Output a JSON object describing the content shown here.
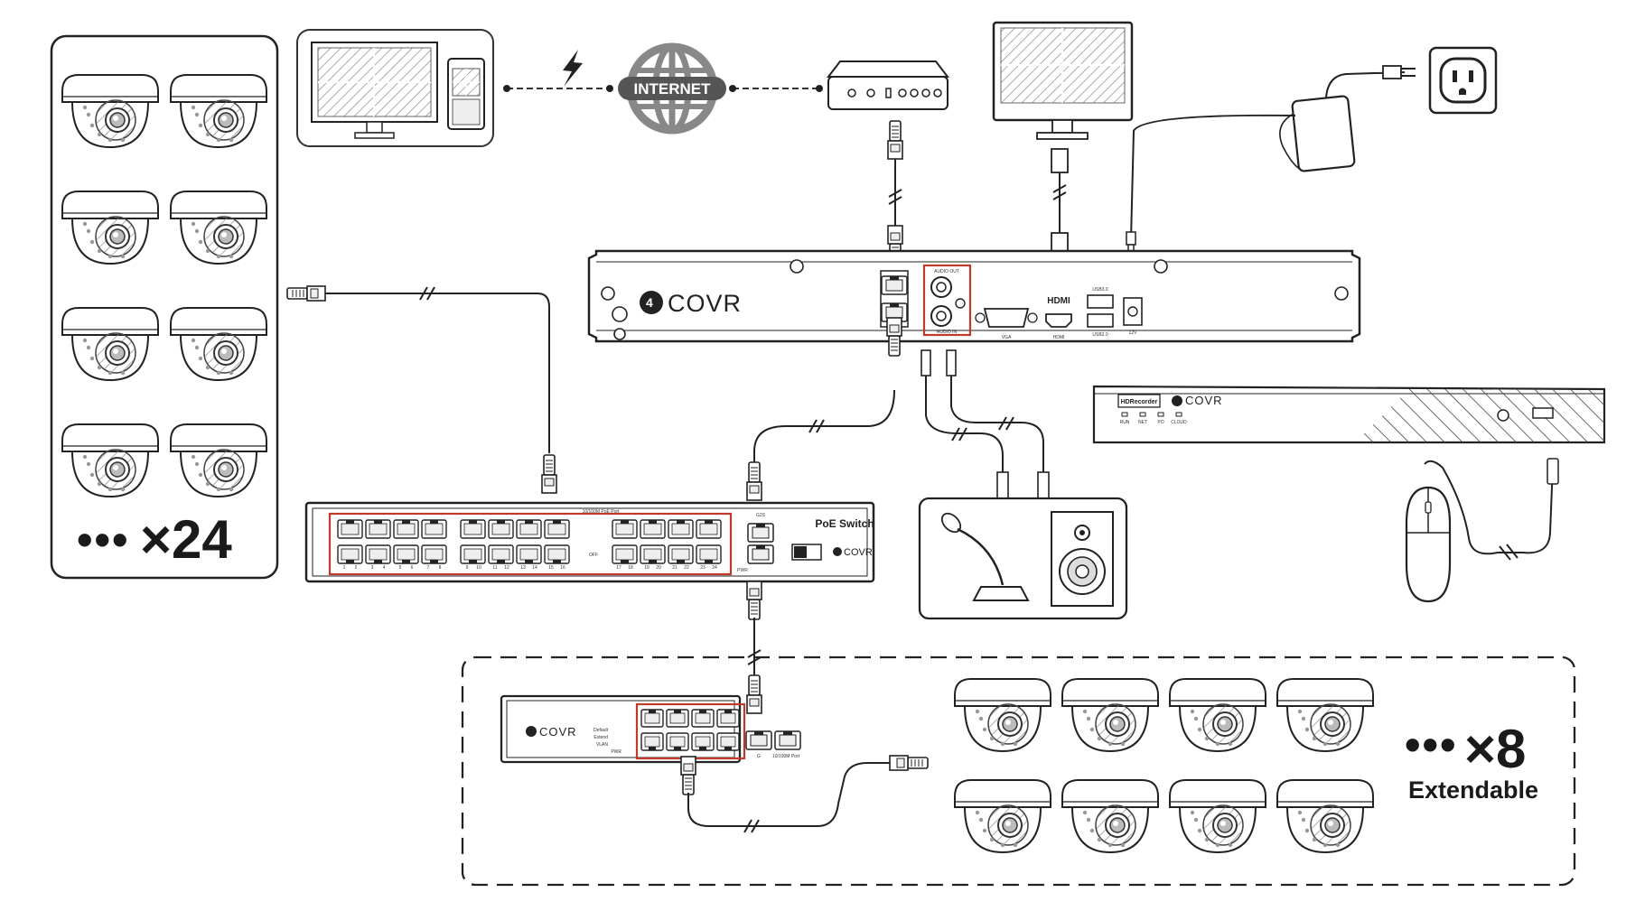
{
  "internet": {
    "label": "INTERNET"
  },
  "nvr": {
    "brand": "COVR",
    "ports": {
      "audio_out": "AUDIO OUT",
      "audio_in": "AUDIO IN",
      "vga": "VGA",
      "hdmi_top": "HDMI",
      "hdmi_bottom": "HDMI",
      "usb3": "USB3.0",
      "usb2": "USB2.0",
      "power": "12V"
    }
  },
  "recorder": {
    "badge": "HDRecorder",
    "brand": "COVR",
    "leds": [
      "RUN",
      "NET",
      "PO",
      "CLOUD"
    ]
  },
  "poe_switch": {
    "title": "PoE Switch",
    "brand": "COVR",
    "header": "10/100M PoE Port",
    "g2s": "G2S",
    "pwr": "PWR",
    "off": "OFF",
    "ports_bottom": [
      "1",
      "2",
      "3",
      "4",
      "5",
      "6",
      "7",
      "8",
      "9",
      "10",
      "11",
      "12",
      "13",
      "14",
      "15",
      "16",
      "17",
      "18",
      "19",
      "20",
      "21",
      "22",
      "23",
      "24"
    ]
  },
  "small_switch": {
    "brand": "COVR",
    "side_labels": [
      "Default",
      "Extend",
      "VLAN"
    ],
    "pwr": "PWR",
    "uplink": "10/100M Port",
    "g": "G"
  },
  "left_group": {
    "dots": "•••",
    "count": "×24"
  },
  "right_group": {
    "dots": "•••",
    "count": "×8",
    "subtitle": "Extendable"
  },
  "colors": {
    "accent": "#c0392b",
    "line": "#222222",
    "icon_gray": "#888888"
  }
}
